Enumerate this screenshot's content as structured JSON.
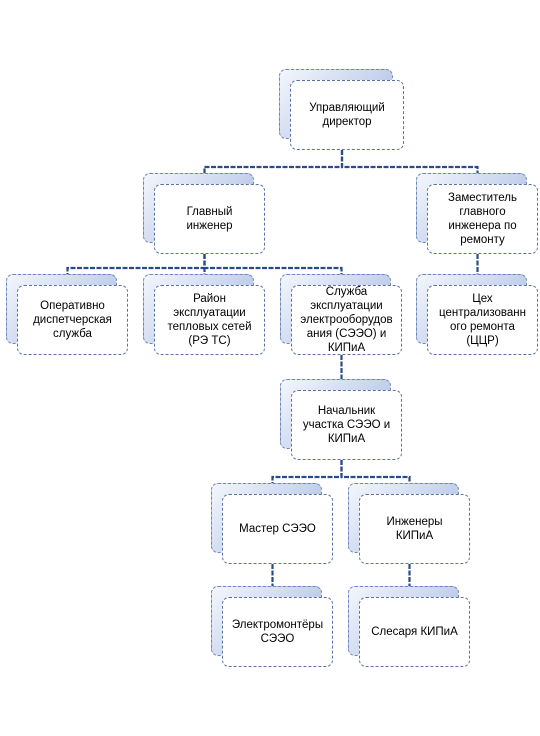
{
  "org_chart": {
    "nodes": {
      "director": "Управляющий\nдиректор",
      "chief_engineer": "Главный\nинженер",
      "deputy_repair": "Заместитель\nглавного\nинженера по\nремонту",
      "dispatch": "Оперативно\nдиспетчерская\nслужба",
      "heat_district": "Район\nэксплуатации\nтепловых сетей\n(РЭ ТС)",
      "electro_service": "Служба\nэксплуатации\nэлектрооборудов\nания (СЭЭО) и\nКИПиА",
      "central_repair": "Цех\nцентрализованн\nого ремонта\n(ЦЦР)",
      "section_head": "Начальник\nучастка СЭЭО и\nКИПиА",
      "master_seeo": "Мастер  СЭЭО",
      "kipia_engineers": "Инженеры\nКИПиА",
      "electricians": "Электромонтёры\nСЭЭО",
      "kipia_fitters": "Слесаря КИПиА"
    },
    "links": [
      [
        "director",
        "chief_engineer"
      ],
      [
        "director",
        "deputy_repair"
      ],
      [
        "chief_engineer",
        "dispatch"
      ],
      [
        "chief_engineer",
        "heat_district"
      ],
      [
        "chief_engineer",
        "electro_service"
      ],
      [
        "deputy_repair",
        "central_repair"
      ],
      [
        "electro_service",
        "section_head"
      ],
      [
        "section_head",
        "master_seeo"
      ],
      [
        "section_head",
        "kipia_engineers"
      ],
      [
        "master_seeo",
        "electricians"
      ],
      [
        "kipia_engineers",
        "kipia_fitters"
      ]
    ],
    "colors": {
      "connector": "#2b4b86",
      "box_border": "#5a72a8",
      "shadow_light": "#f3f6fc",
      "shadow_dark": "#9fb3de"
    }
  }
}
